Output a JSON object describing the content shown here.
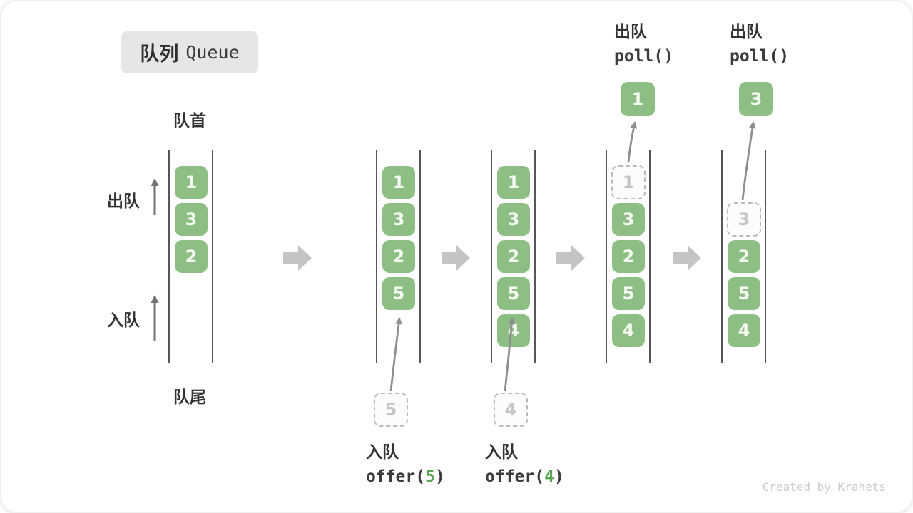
{
  "title": {
    "zh": "队列",
    "en": "Queue"
  },
  "labels": {
    "front": "队首",
    "rear": "队尾",
    "dequeue_side": "出队",
    "enqueue_side": "入队"
  },
  "colors": {
    "box_green": "#8dbe83",
    "accent_green": "#5aa653",
    "block_arrow_gray": "#c4c4c4",
    "curve_arrow_gray": "#8e8e8e",
    "channel_line": "#565656",
    "badge_bg": "#e6e6e6"
  },
  "columns": {
    "c1": {
      "boxes": [
        "1",
        "3",
        "2"
      ]
    },
    "c2": {
      "boxes": [
        "1",
        "3",
        "2",
        "5"
      ],
      "pending": "5"
    },
    "c3": {
      "boxes": [
        "1",
        "3",
        "2",
        "5",
        "4"
      ],
      "pending": "4"
    },
    "c4": {
      "ghost": "1",
      "boxes": [
        "3",
        "2",
        "5",
        "4"
      ],
      "popped": "1"
    },
    "c5": {
      "ghost": "3",
      "boxes": [
        "2",
        "5",
        "4"
      ],
      "popped": "3"
    }
  },
  "operations": {
    "enqueue5": {
      "zh": "入队",
      "fn": "offer(",
      "arg": "5",
      "close": ")"
    },
    "enqueue4": {
      "zh": "入队",
      "fn": "offer(",
      "arg": "4",
      "close": ")"
    },
    "dequeue1": {
      "zh": "出队",
      "fn": "poll()"
    },
    "dequeue3": {
      "zh": "出队",
      "fn": "poll()"
    }
  },
  "watermark": "Created by Krahets"
}
